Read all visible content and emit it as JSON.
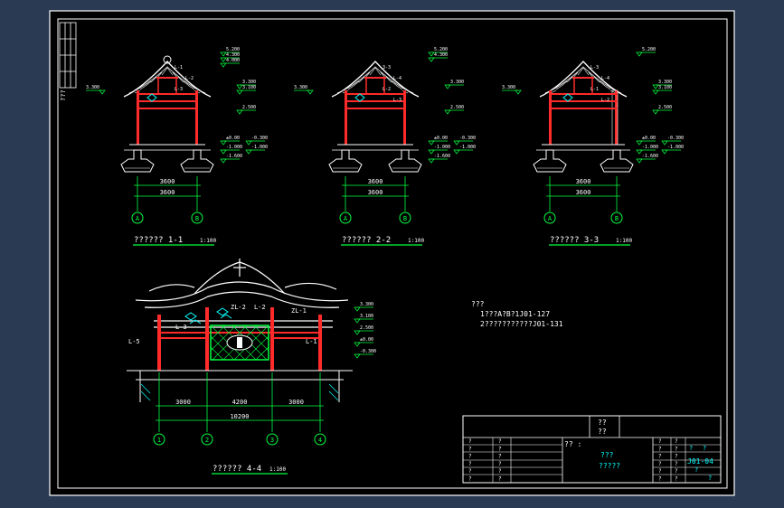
{
  "colors": {
    "window_bg": "#2a3a52",
    "sheet_bg": "#000000",
    "frame": "#ffffff",
    "roof": "#ffffff",
    "beam_red": "#ff2a2a",
    "dim_green": "#00ff40",
    "dim_text": "#ffffff",
    "cyan": "#00ffff",
    "yellow": "#ffff00",
    "axis_green": "#00ff40"
  },
  "side_label": "???",
  "sections": [
    {
      "title": "?????? 1-1",
      "scale": "1:100",
      "dim1": "3600",
      "dim2": "3600",
      "axis_a": "A",
      "axis_b": "B",
      "elev_left": [
        "3.300"
      ],
      "elev_right_top": [
        "5.200",
        "4.300",
        "4.000"
      ],
      "elev_right_mid": [
        "3.300",
        "3.100"
      ],
      "elev_right_low": [
        "2.500"
      ],
      "elev_base": [
        "±0.00",
        "-0.300",
        "-1.000",
        "-1.000",
        "-1.600"
      ],
      "tags": [
        "L-1",
        "L-2",
        "L-3"
      ]
    },
    {
      "title": "?????? 2-2",
      "scale": "1:100",
      "dim1": "3600",
      "dim2": "3600",
      "axis_a": "A",
      "axis_b": "B",
      "elev_left": [
        "3.300"
      ],
      "elev_right_top": [
        "5.200",
        "4.300"
      ],
      "elev_right_mid": [
        "3.300"
      ],
      "elev_right_low": [
        "2.500"
      ],
      "elev_base": [
        "±0.00",
        "-0.300",
        "-1.000",
        "-1.000",
        "-1.600"
      ],
      "tags": [
        "3-3",
        "L-4",
        "L-2",
        "L-3"
      ]
    },
    {
      "title": "?????? 3-3",
      "scale": "1:100",
      "dim1": "3600",
      "dim2": "3600",
      "axis_a": "A",
      "axis_b": "B",
      "elev_left": [
        "3.300"
      ],
      "elev_right_top": [
        "5.200"
      ],
      "elev_right_mid": [
        "3.300",
        "3.100"
      ],
      "elev_right_low": [
        "2.500"
      ],
      "elev_base": [
        "±0.00",
        "-0.300",
        "-1.000",
        "-1.000",
        "-1.600"
      ],
      "tags": [
        "L-3",
        "L-4",
        "L-1",
        "L-2"
      ]
    }
  ],
  "elevation": {
    "title": "?????? 4-4",
    "scale": "1:100",
    "dims": [
      "3000",
      "4200",
      "3000"
    ],
    "total": "10200",
    "axes": [
      "1",
      "2",
      "3",
      "4"
    ],
    "tags": [
      "ZL-2",
      "L-2",
      "ZL-1",
      "L-5",
      "L-1",
      "L-3"
    ],
    "elevs": [
      "3.300",
      "3.100",
      "2.500",
      "±0.00",
      "-0.300"
    ]
  },
  "notes": {
    "title": "???",
    "line1": "1???A?B?1J01-127",
    "line2": "2???????????J01-131"
  },
  "title_block": {
    "header": "??\n??",
    "col_mark": "?? :",
    "project_a": "???",
    "project_b": "?????",
    "left_rows": [
      "?",
      "?",
      "?",
      "?",
      "?",
      "?"
    ],
    "right_rows": [
      "?",
      "?",
      "?",
      "?",
      "?",
      "?"
    ],
    "sheet_label_a": "?",
    "sheet_label_b": "?",
    "drawing_no": "J01-04",
    "page_a": "?",
    "page_b": "?"
  }
}
